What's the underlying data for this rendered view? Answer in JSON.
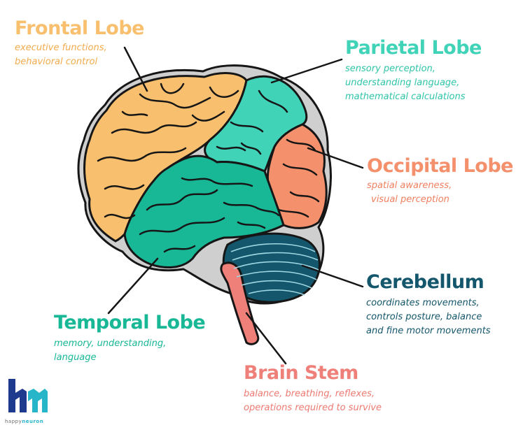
{
  "colors": {
    "frontal": "#f8c06e",
    "parietal": "#40d3b8",
    "occipital": "#f4906c",
    "temporal": "#18b796",
    "cerebellum": "#14566b",
    "brainstem": "#ef8079",
    "outline": "#161616",
    "shadow": "#cfcfcf"
  },
  "labels": {
    "frontal": {
      "title": "Frontal Lobe",
      "lines": [
        "executive functions,",
        "behavioral control"
      ]
    },
    "parietal": {
      "title": "Parietal Lobe",
      "lines": [
        "sensory perception,",
        "understanding language,",
        "mathematical calculations"
      ]
    },
    "occipital": {
      "title": "Occipital Lobe",
      "lines": [
        "spatial awareness,",
        "visual perception"
      ]
    },
    "cerebellum": {
      "title": "Cerebellum",
      "lines": [
        "coordinates movements,",
        "controls posture, balance",
        "and fine motor movements"
      ]
    },
    "temporal": {
      "title": "Temporal Lobe",
      "lines": [
        "memory, understanding,",
        "language"
      ]
    },
    "brainstem": {
      "title": "Brain Stem",
      "lines": [
        "balance, breathing, reflexes,",
        "operations required to survive"
      ]
    }
  },
  "logo": {
    "text_light": "happy",
    "text_bold": "neuron",
    "color_dark": "#1d3a8f",
    "color_light": "#27b6c9"
  }
}
